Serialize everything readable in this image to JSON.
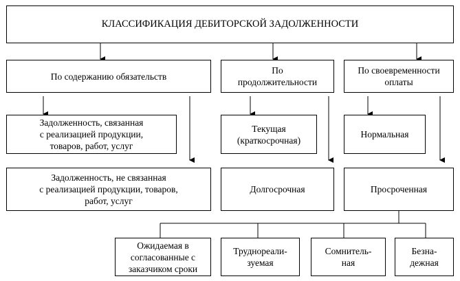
{
  "title": "КЛАССИФИКАЦИЯ ДЕБИТОРСКОЙ ЗАДОЛЖЕННОСТИ",
  "categories": [
    {
      "label": "По содержанию обязательств",
      "children": [
        "Задолженность, связанная\nс реализацией продукции,\nтоваров, работ, услуг",
        "Задолженность, не связанная\nс реализацией продукции, товаров,\nработ, услуг"
      ]
    },
    {
      "label": "По\nпродолжительности",
      "children": [
        "Текущая\n(краткосрочная)",
        "Долгосрочная"
      ]
    },
    {
      "label": "По своевременности\nоплаты",
      "children": [
        "Нормальная",
        "Просроченная"
      ]
    }
  ],
  "overdue_types": [
    "Ожидаемая в\nсогласованные с\nзаказчиком сроки",
    "Труднореали-\nзуемая",
    "Сомнитель-\nная",
    "Безна-\nдежная"
  ]
}
